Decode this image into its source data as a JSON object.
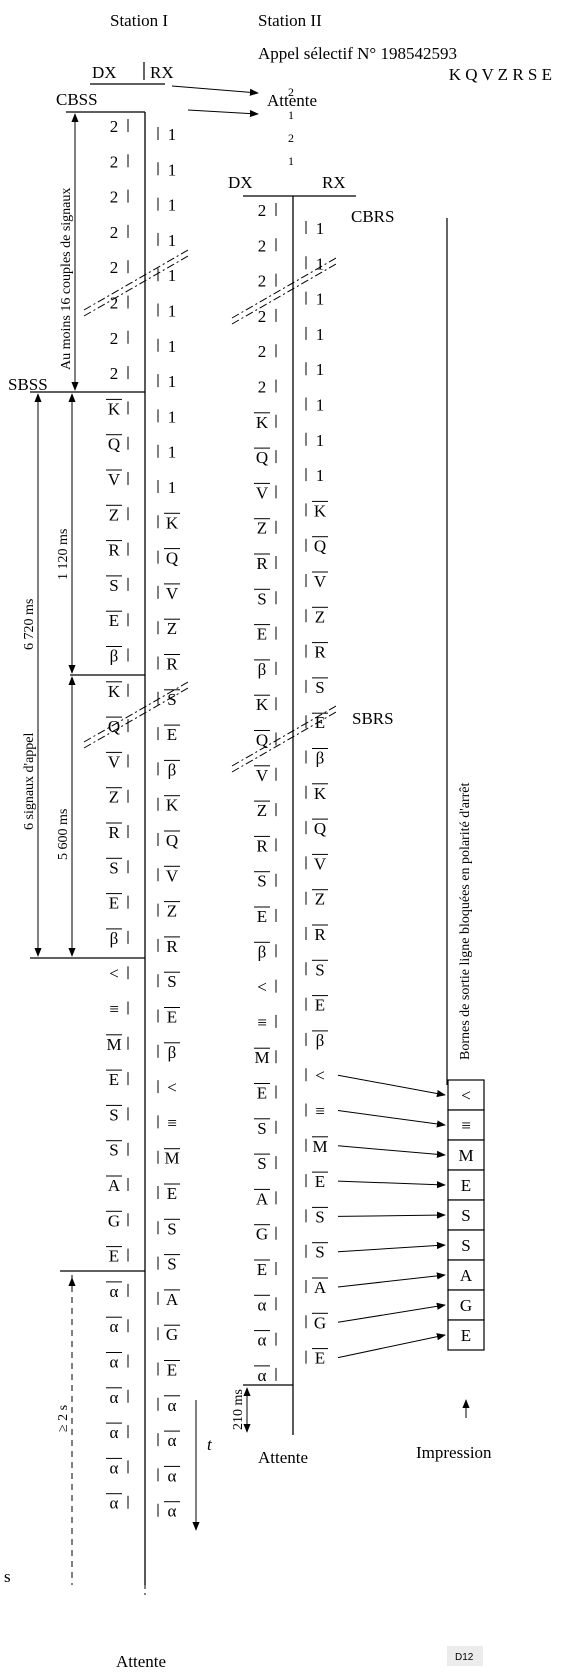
{
  "labels": {
    "station1": "Station I",
    "station2": "Station II",
    "appel": "Appel sélectif  N° 198542593",
    "code": "K Q V Z R S E",
    "attente_top": "Attente",
    "dx": "DX",
    "rx": "RX",
    "cbss": "CBSS",
    "sbss": "SBSS",
    "cbrs": "CBRS",
    "sbrs": "SBRS",
    "couples": "Au moins 16 couples de signaux",
    "ms1120": "1 120 ms",
    "ms6720": "6 720 ms",
    "signaux_appel": "6 signaux d'appel",
    "ms5600": "5 600 ms",
    "ge2s": "≥ 2 s",
    "ms210": "210 ms",
    "attente_mid": "Attente",
    "attente_bottom": "Attente",
    "impression": "Impression",
    "bornes": "Bornes de sortie ligne bloquées en polarité d'arrêt",
    "t": "t",
    "code_tag": "D12",
    "s_tail": "s"
  },
  "sequences": {
    "s1_dx": [
      "2",
      "2",
      "2",
      "2",
      "2",
      "2",
      "2",
      "2",
      "K",
      "Q",
      "V",
      "Z",
      "R",
      "S",
      "E",
      "β",
      "K",
      "Q",
      "V",
      "Z",
      "R",
      "S",
      "E",
      "β",
      "<",
      "≡",
      "M",
      "E",
      "S",
      "S",
      "A",
      "G",
      "E",
      "α",
      "α",
      "α",
      "α",
      "α",
      "α",
      "α"
    ],
    "s1_rx": [
      "1",
      "1",
      "1",
      "1",
      "1",
      "1",
      "1",
      "1",
      "1",
      "1",
      "1",
      "K",
      "Q",
      "V",
      "Z",
      "R",
      "S",
      "E",
      "β",
      "K",
      "Q",
      "V",
      "Z",
      "R",
      "S",
      "E",
      "β",
      "<",
      "≡",
      "M",
      "E",
      "S",
      "S",
      "A",
      "G",
      "E",
      "α",
      "α",
      "α",
      "α"
    ],
    "s2_dx": [
      "2",
      "2",
      "2",
      "2",
      "2",
      "2",
      "K",
      "Q",
      "V",
      "Z",
      "R",
      "S",
      "E",
      "β",
      "K",
      "Q",
      "V",
      "Z",
      "R",
      "S",
      "E",
      "β",
      "<",
      "≡",
      "M",
      "E",
      "S",
      "S",
      "A",
      "G",
      "E",
      "α",
      "α",
      "α"
    ],
    "s2_rx": [
      "1",
      "1",
      "1",
      "1",
      "1",
      "1",
      "1",
      "1",
      "K",
      "Q",
      "V",
      "Z",
      "R",
      "S",
      "E",
      "β",
      "K",
      "Q",
      "V",
      "Z",
      "R",
      "S",
      "E",
      "β",
      "<",
      "≡",
      "M",
      "E",
      "S",
      "S",
      "A",
      "G",
      "E"
    ],
    "between": [
      "2",
      "1",
      "2",
      "1"
    ],
    "printer": [
      "<",
      "≡",
      "M",
      "E",
      "S",
      "S",
      "A",
      "G",
      "E"
    ]
  }
}
